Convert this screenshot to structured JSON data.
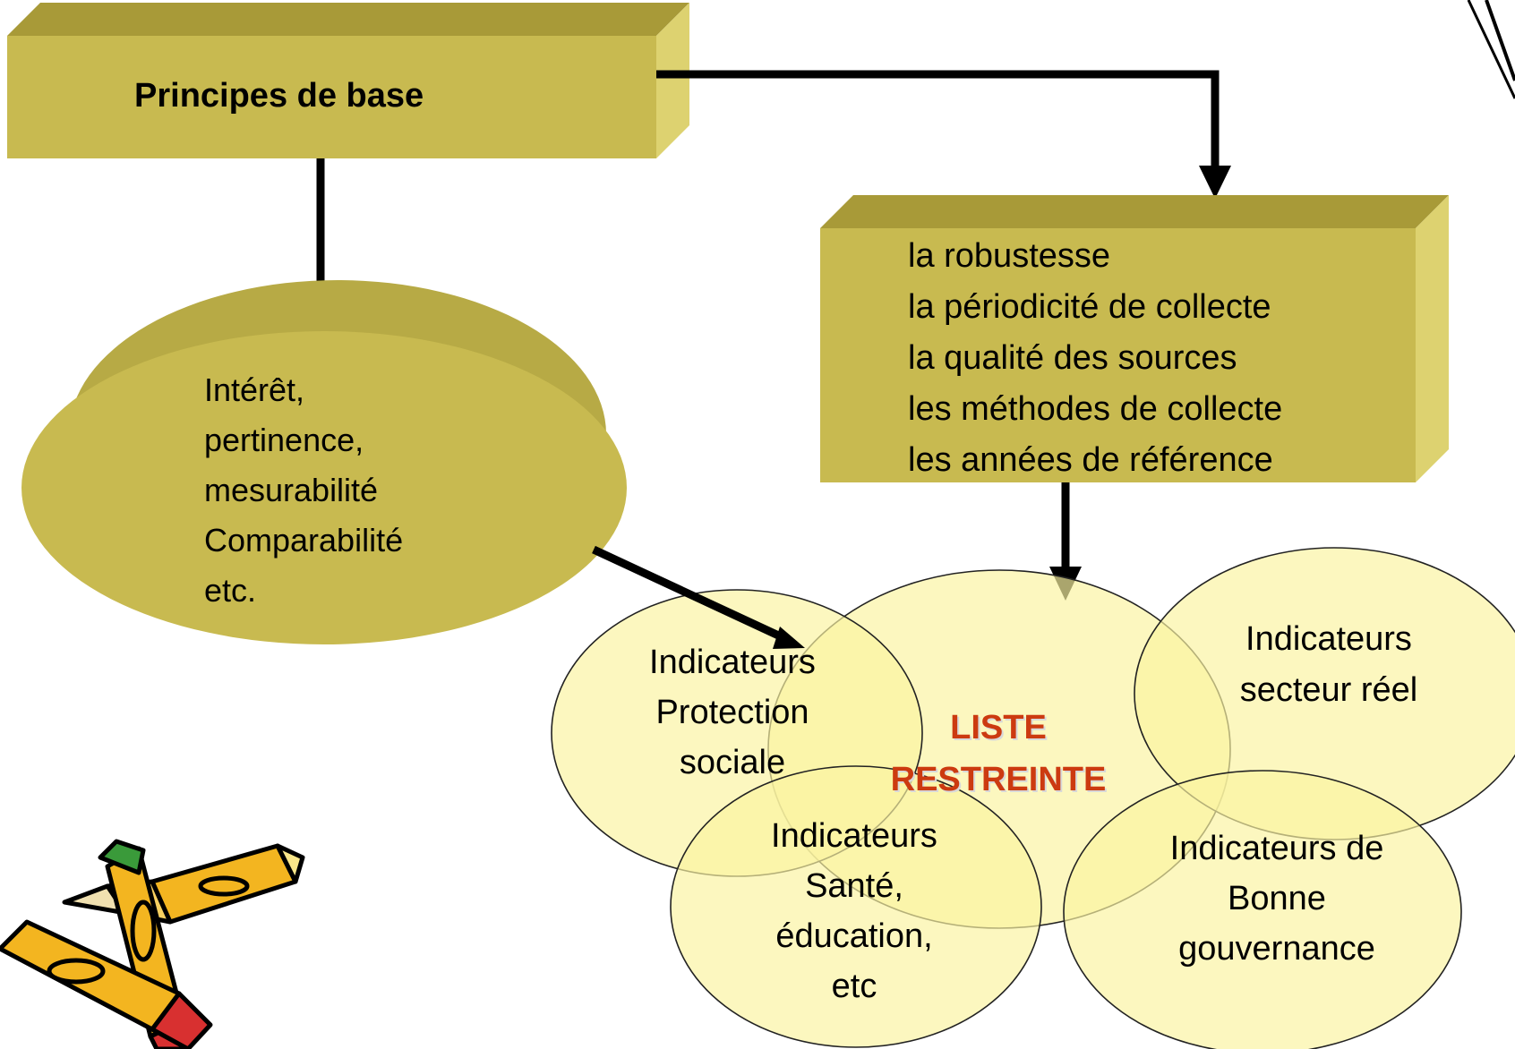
{
  "principes": {
    "title": "Principes de base"
  },
  "ellipse_top": {
    "lines": [
      "Intérêt,",
      "pertinence,",
      "mesurabilité",
      "Comparabilité",
      "etc."
    ]
  },
  "criteria_box": {
    "lines": [
      "la robustesse",
      "la périodicité de collecte",
      "la qualité des sources",
      "les méthodes de collecte",
      "les années de référence"
    ]
  },
  "liste": {
    "line1": "LISTE",
    "line2": "RESTREINTE"
  },
  "circles": {
    "protection": {
      "lines": [
        "Indicateurs",
        "Protection",
        "sociale"
      ]
    },
    "secteur": {
      "lines": [
        "Indicateurs",
        "secteur réel"
      ]
    },
    "sante": {
      "lines": [
        "Indicateurs",
        "Santé,",
        "éducation,",
        "etc"
      ]
    },
    "gouvernance": {
      "lines": [
        "Indicateurs de",
        "Bonne",
        "gouvernance"
      ]
    }
  },
  "colors": {
    "box_front": "#c8ba50",
    "box_top": "#a89a38",
    "box_side": "#ddd270",
    "circle_fill": "#fbf3a0",
    "liste_text": "#cc3a10"
  }
}
